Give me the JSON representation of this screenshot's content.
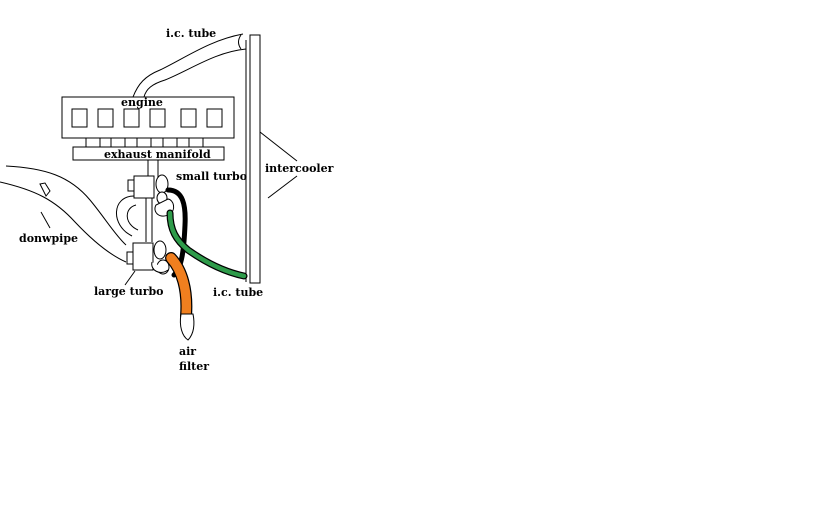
{
  "labels": {
    "ic_tube_top": "i.c. tube",
    "engine": "engine",
    "exhaust_manifold": "exhaust manifold",
    "intercooler": "intercooler",
    "small_turbo": "small turbo",
    "downpipe": "donwpipe",
    "large_turbo": "large turbo",
    "ic_tube_bottom": "i.c. tube",
    "air_filter_line1": "air",
    "air_filter_line2": "filter"
  },
  "colors": {
    "outline": "#000000",
    "background": "#ffffff",
    "pipe_black": "#000000",
    "pipe_green": "#2e9b4a",
    "pipe_orange": "#f07f1f"
  }
}
